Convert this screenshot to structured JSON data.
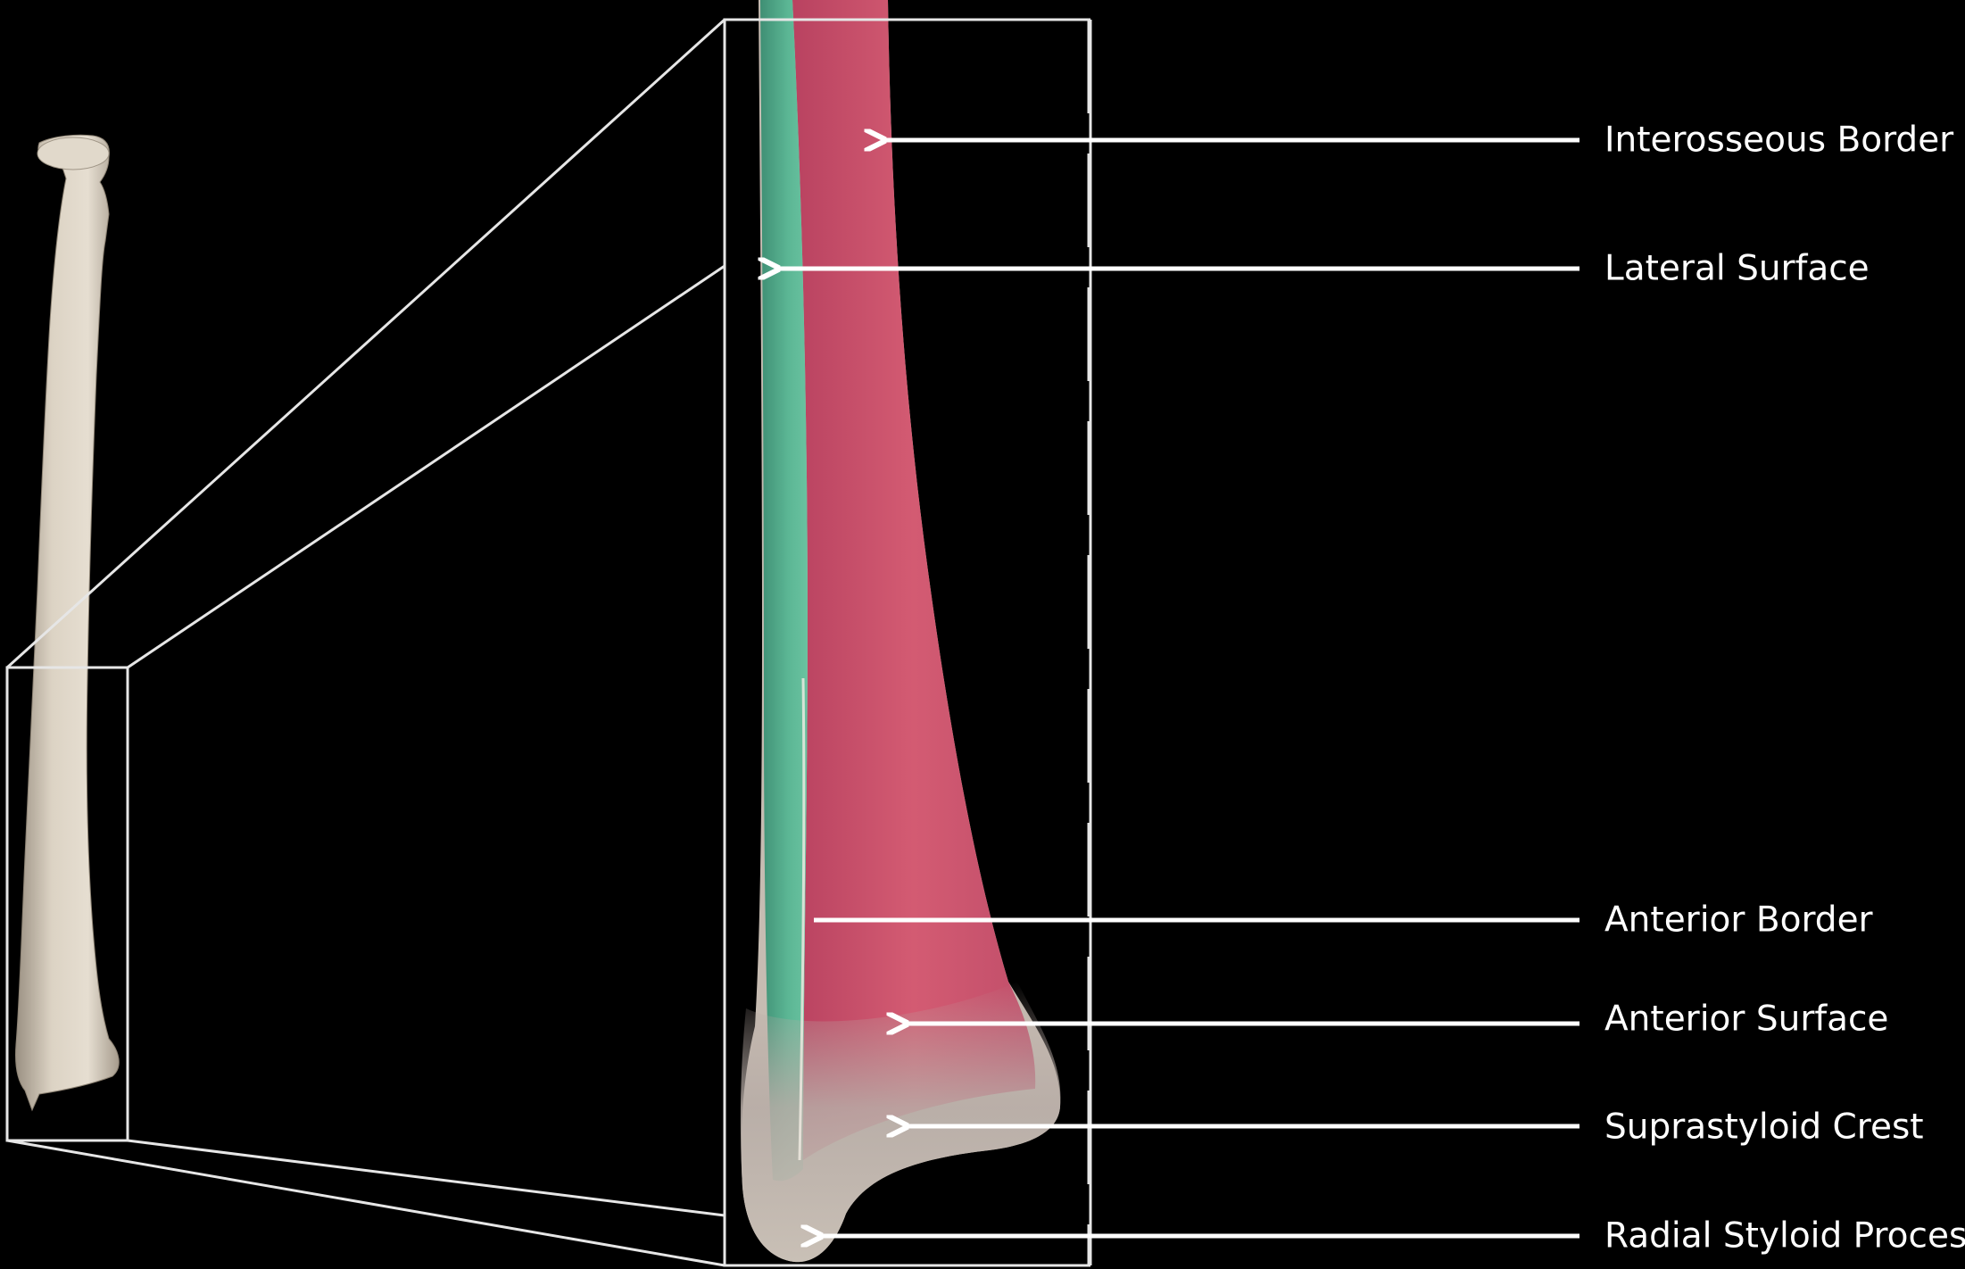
{
  "labels": [
    "Interosseous Border",
    "Lateral Surface",
    "Anterior Border",
    "Anterior Surface",
    "Suprastyloid Crest",
    "Radial Styloid Process"
  ],
  "colors": {
    "background": "#000000",
    "bone": "#d8cfc0",
    "anterior_surface_highlight": "#d0506e",
    "lateral_surface_highlight": "#4fa88a",
    "lines_and_text": "#ffffff"
  }
}
